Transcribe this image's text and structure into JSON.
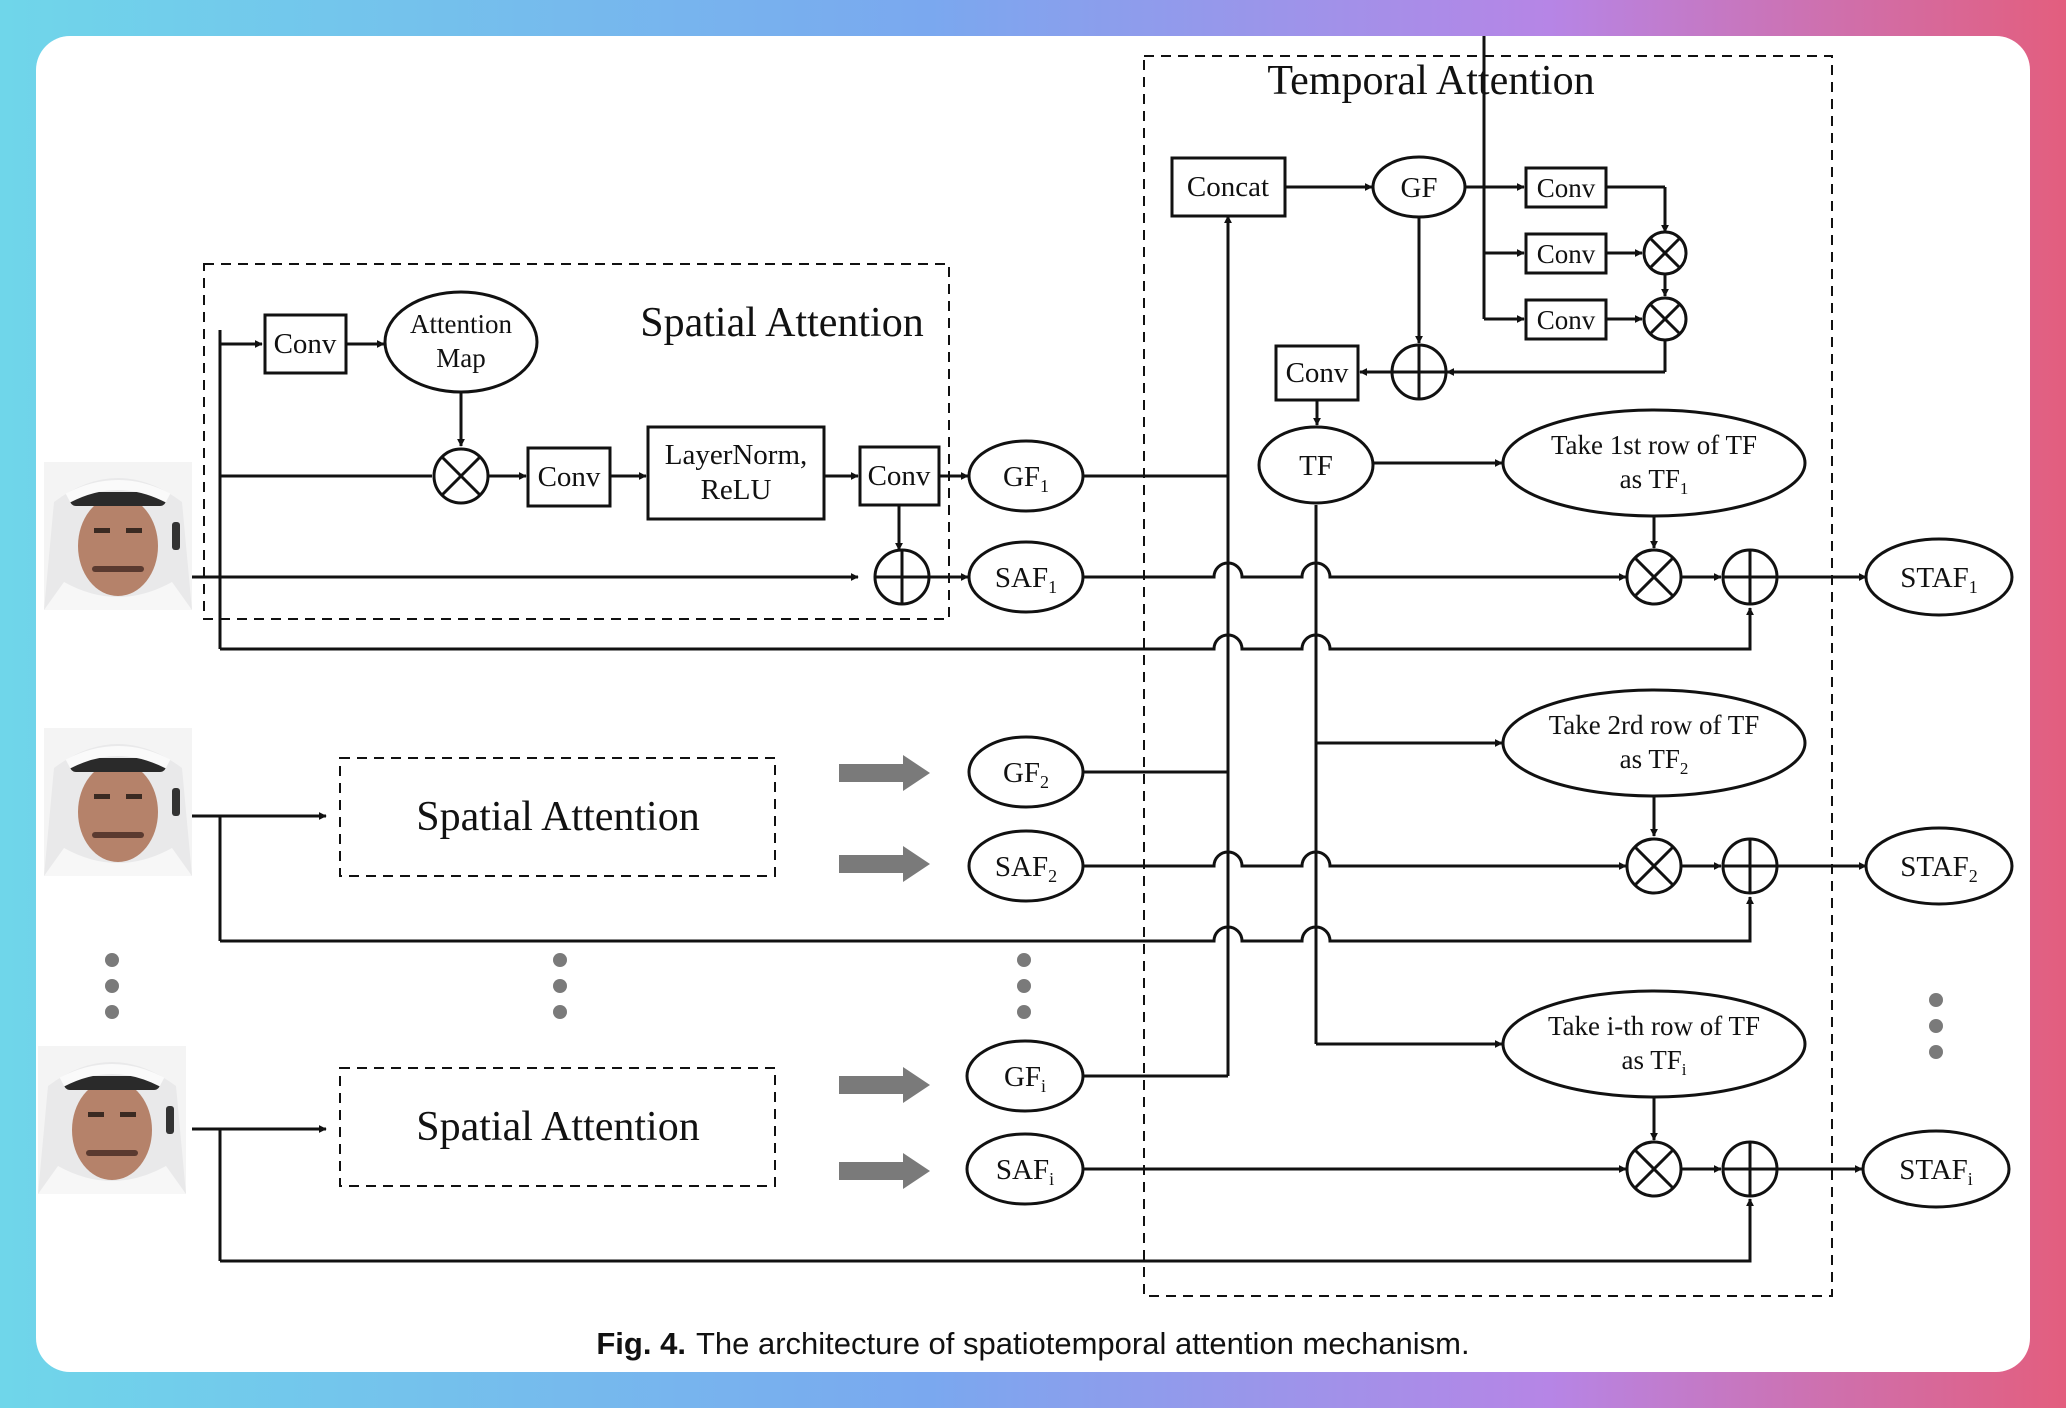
{
  "diagram": {
    "temporal_title": "Temporal Attention",
    "spatial_title": "Spatial Attention",
    "spatial_block_label": "Spatial Attention",
    "conv": "Conv",
    "concat": "Concat",
    "gf": "GF",
    "tf": "TF",
    "attention_map_line1": "Attention",
    "attention_map_line2": "Map",
    "layernorm_line1": "LayerNorm,",
    "layernorm_line2": "ReLU",
    "gf_base": "GF",
    "saf_base": "SAF",
    "staf_base": "STAF",
    "sub1": "1",
    "sub2": "2",
    "subi": "i",
    "take1_line1": "Take 1st row of TF",
    "take2_line1": "Take 2rd row of TF",
    "takei_line1": "Take i-th row of TF",
    "as_tf": "as TF"
  },
  "caption": {
    "label": "Fig. 4.",
    "text": "The architecture of spatiotemporal attention mechanism."
  },
  "images": [
    {
      "name": "face-frame-1",
      "description_icon": "person-face"
    },
    {
      "name": "face-frame-2",
      "description_icon": "person-face"
    },
    {
      "name": "face-frame-i",
      "description_icon": "person-face"
    }
  ]
}
